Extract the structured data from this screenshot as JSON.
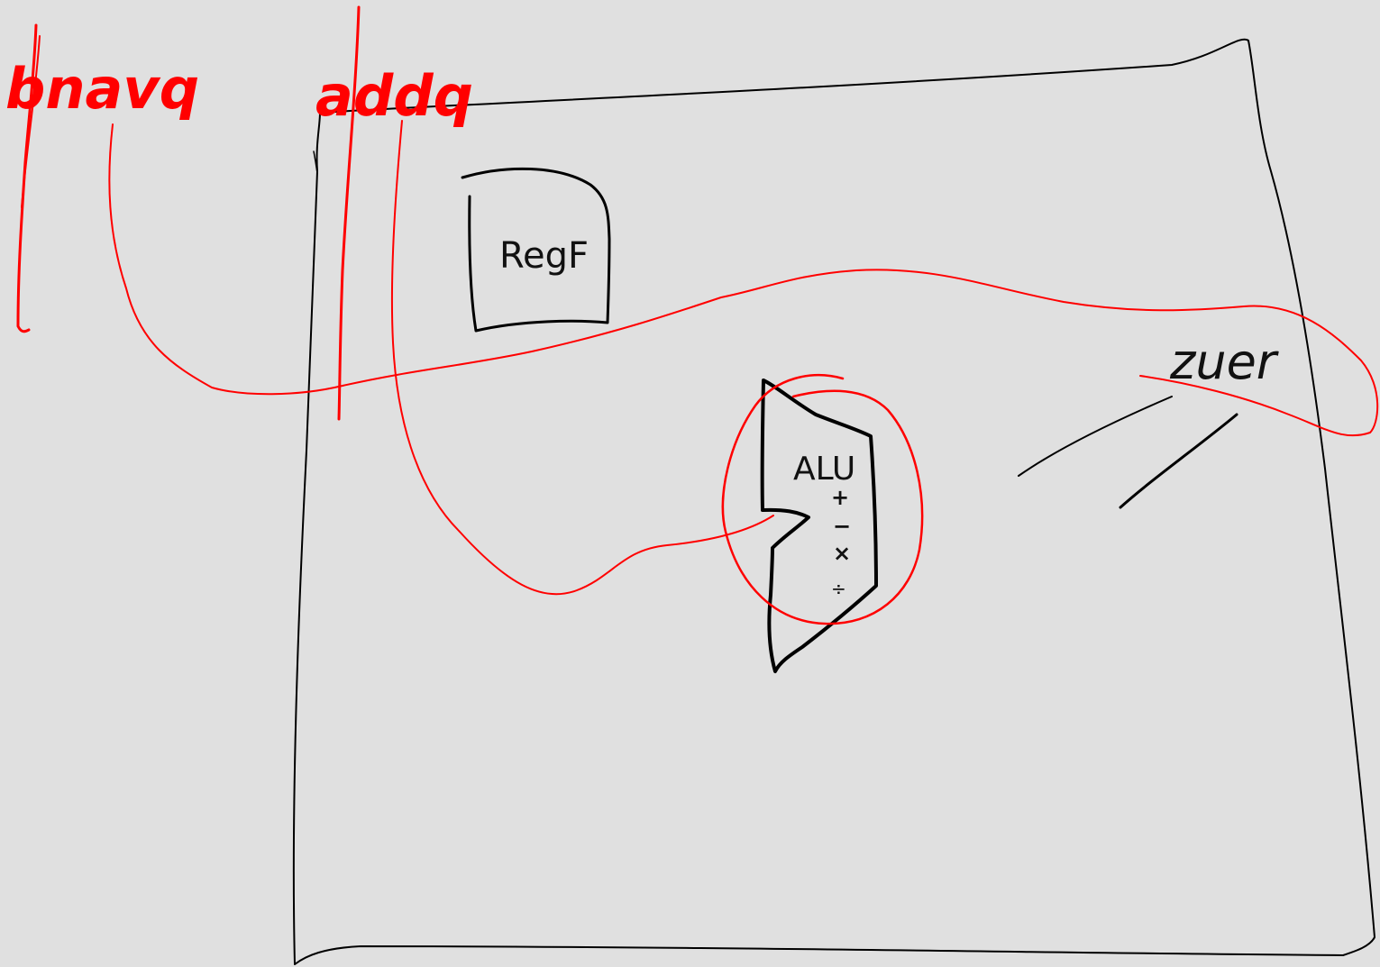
{
  "canvas": {
    "background": "#e0e0e0",
    "black_ink": "#000000",
    "red_ink": "#ff0000"
  },
  "labels": {
    "left_red_word": "bnavq",
    "top_red_word": "addq",
    "register_file": "RegF",
    "alu": "ALU",
    "op_plus": "+",
    "op_minus": "−",
    "op_times": "×",
    "op_div": "÷",
    "right_word": "zuer"
  }
}
